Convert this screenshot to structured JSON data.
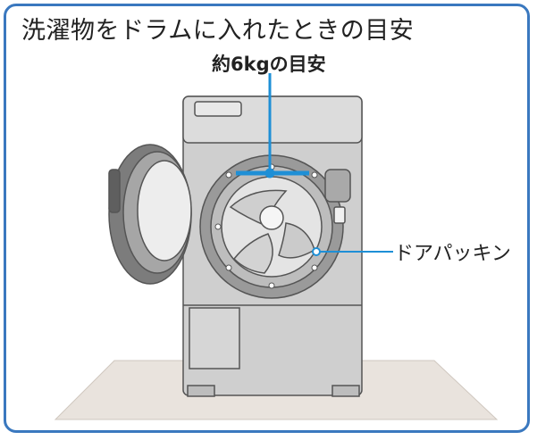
{
  "title": "洗濯物をドラムに入れたときの目安",
  "level_label": "約6kgの目安",
  "callout_label": "ドアパッキン",
  "colors": {
    "frame": "#3a78bf",
    "leader": "#1e8fd6",
    "machine": "#c9c9c9",
    "floor": "#e8e2dc"
  }
}
